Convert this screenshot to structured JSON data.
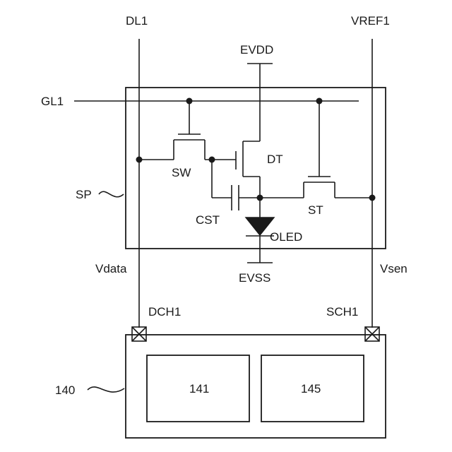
{
  "labels": {
    "dl1": "DL1",
    "vref1": "VREF1",
    "evdd": "EVDD",
    "gl1": "GL1",
    "dt": "DT",
    "sw": "SW",
    "sp": "SP",
    "st": "ST",
    "cst": "CST",
    "oled": "OLED",
    "vdata": "Vdata",
    "evss": "EVSS",
    "vsen": "Vsen",
    "dch1": "DCH1",
    "sch1": "SCH1",
    "ref140": "140",
    "block141": "141",
    "block145": "145"
  },
  "colors": {
    "line": "#1a1a1a",
    "background": "#ffffff"
  }
}
